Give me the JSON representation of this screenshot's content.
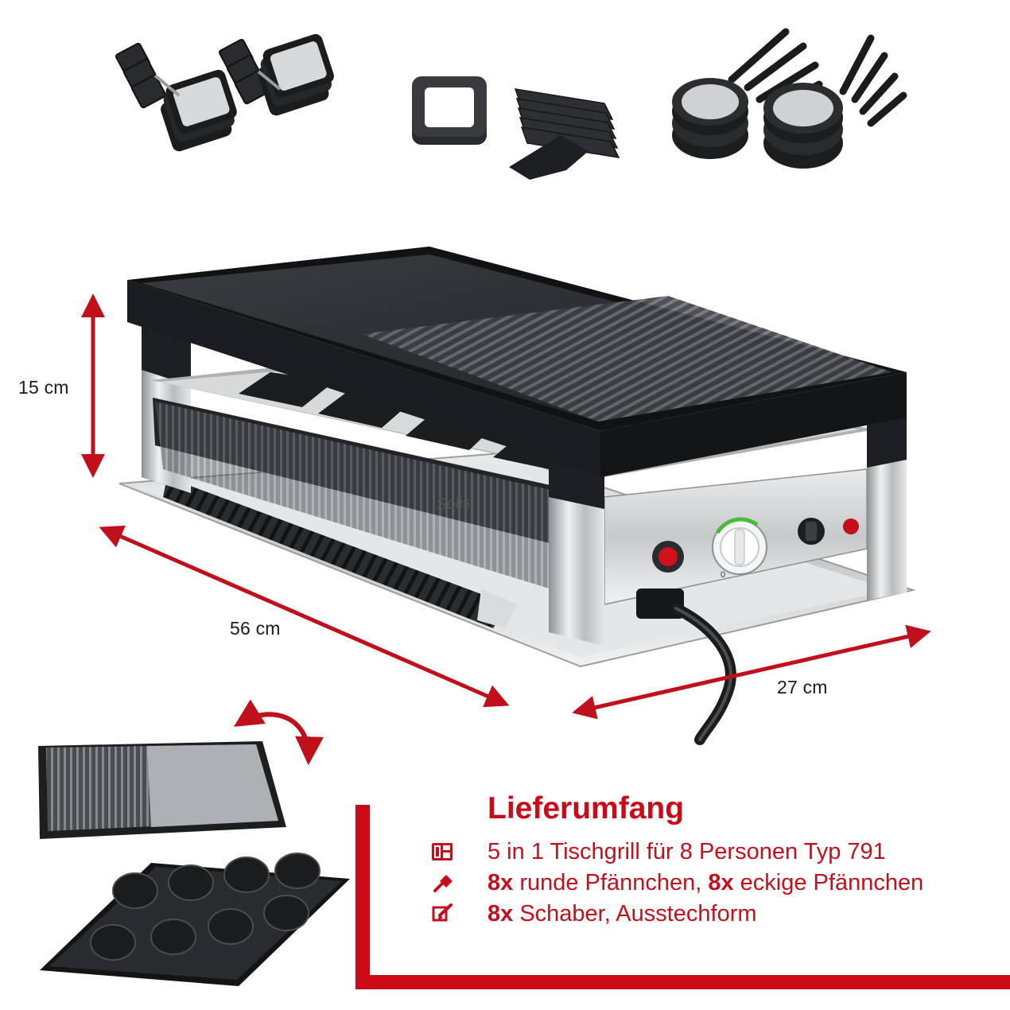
{
  "dimensions": {
    "height_label": "15 cm",
    "length_label": "56 cm",
    "depth_label": "27 cm"
  },
  "brand": {
    "logo_text": "Solis"
  },
  "controls": {
    "dial_min_label": "0"
  },
  "scope": {
    "title": "Lieferumfang",
    "items": [
      {
        "icon": "grill-icon",
        "parts": [
          {
            "text": "5 in 1 Tischgrill für 8 Personen Typ 791",
            "bold": false
          }
        ]
      },
      {
        "icon": "pan-icon",
        "parts": [
          {
            "text": "8x",
            "bold": true
          },
          {
            "text": " runde Pfännchen, ",
            "bold": false
          },
          {
            "text": "8x",
            "bold": true
          },
          {
            "text": " eckige Pfännchen",
            "bold": false
          }
        ]
      },
      {
        "icon": "scraper-icon",
        "parts": [
          {
            "text": "8x",
            "bold": true
          },
          {
            "text": " Schaber, Ausstechform",
            "bold": false
          }
        ]
      }
    ]
  },
  "colors": {
    "accent": "#cc0a17",
    "plate": "#1c1d1f",
    "steel": "#c9cbcd"
  }
}
